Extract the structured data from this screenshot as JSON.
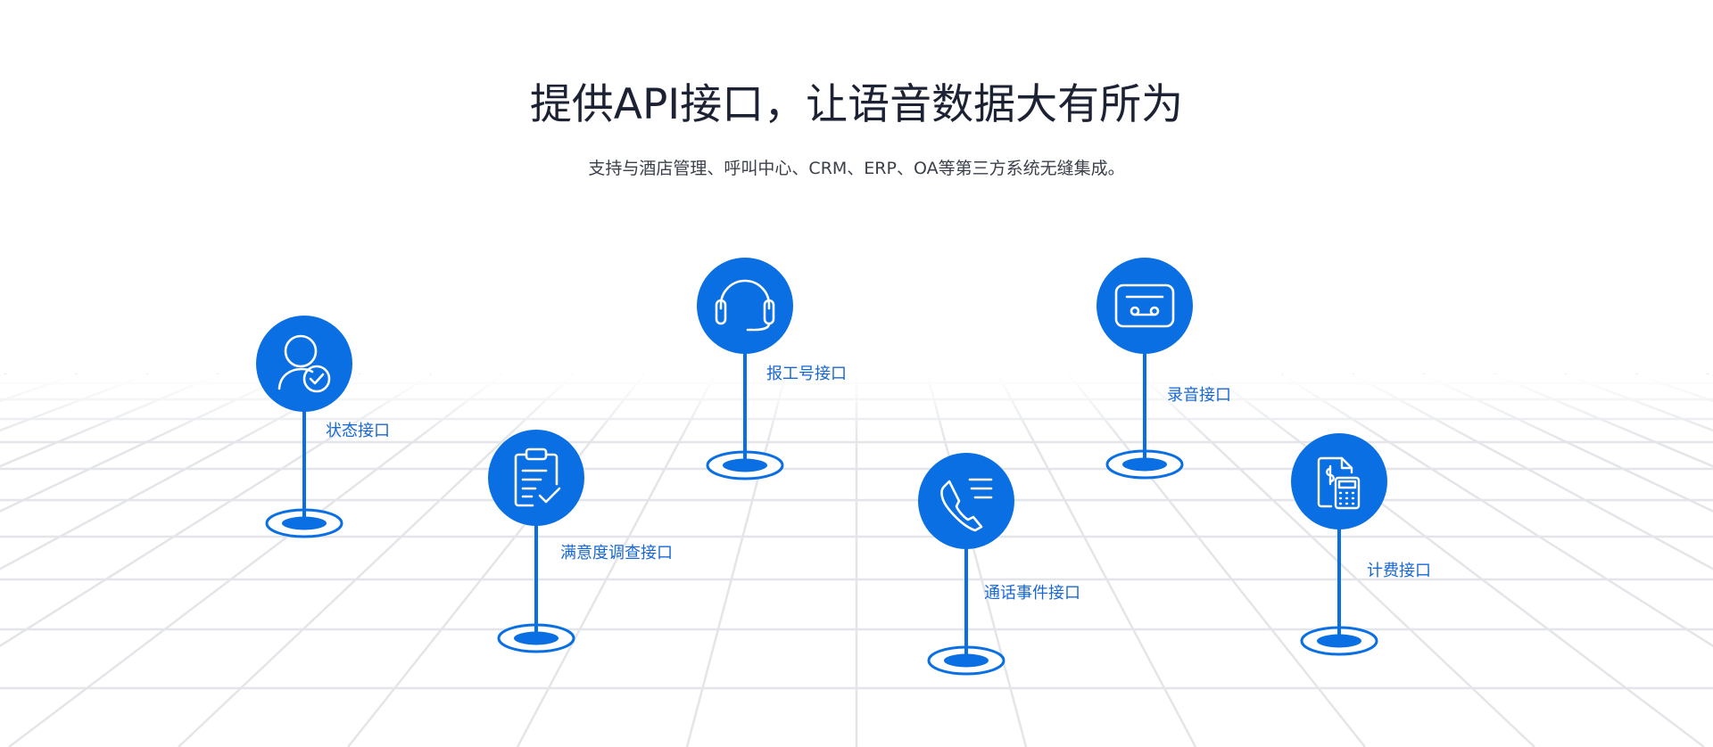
{
  "header": {
    "title": "提供API接口，让语音数据大有所为",
    "subtitle": "支持与酒店管理、呼叫中心、CRM、ERP、OA等第三方系统无缝集成。"
  },
  "theme": {
    "accent": "#0a6fe3",
    "label_color": "#1767d6",
    "grid_color": "#e4e6ea"
  },
  "apis": [
    {
      "id": "status",
      "label": "状态接口",
      "icon": "user-check-icon"
    },
    {
      "id": "satisfaction",
      "label": "满意度调查接口",
      "icon": "clipboard-check-icon"
    },
    {
      "id": "agent-id",
      "label": "报工号接口",
      "icon": "headset-icon"
    },
    {
      "id": "call-event",
      "label": "通话事件接口",
      "icon": "phone-list-icon"
    },
    {
      "id": "recording",
      "label": "录音接口",
      "icon": "voicemail-icon"
    },
    {
      "id": "billing",
      "label": "计费接口",
      "icon": "billing-calculator-icon"
    }
  ]
}
